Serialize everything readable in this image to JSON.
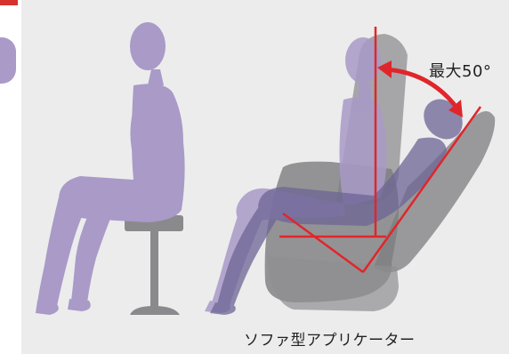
{
  "illustration": {
    "angle_label": "最大50°",
    "caption": "ソファ型アプリケーター",
    "colors": {
      "background": "#ececec",
      "figure": "#a99ac8",
      "chair": "#7d7d80",
      "stool": "#8a8a8c",
      "accent": "#e0262b"
    },
    "icons": [
      "seated-person",
      "stool",
      "sofa-applicator-chair",
      "reclined-person",
      "angle-arrow"
    ]
  }
}
